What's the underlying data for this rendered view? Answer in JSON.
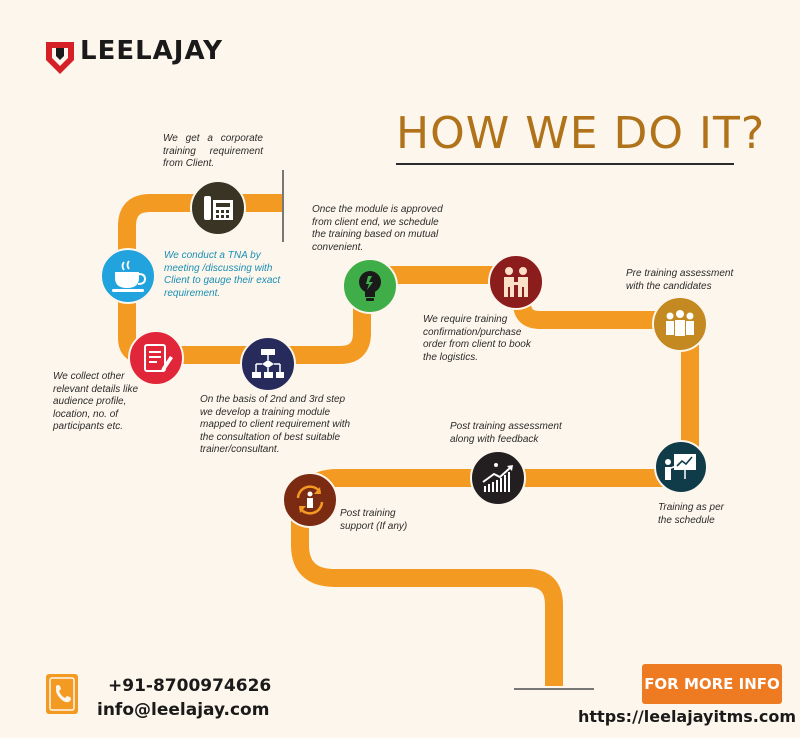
{
  "brand": {
    "name": "LEELAJAY"
  },
  "title": "HOW WE DO IT?",
  "steps": [
    {
      "text": "We get a corporate training requirement from Client.",
      "icon": "fax-phone-icon"
    },
    {
      "text": "We conduct a TNA by meeting /discussing with Client to gauge their exact requirement.",
      "icon": "coffee-cup-icon"
    },
    {
      "text": "We collect other relevant details like audience profile, location, no. of participants etc.",
      "icon": "notepad-icon"
    },
    {
      "text": "On the basis of 2nd and 3rd step we develop a training module mapped to client requirement with the consultation of best suitable trainer/consultant.",
      "icon": "flowchart-icon"
    },
    {
      "text": "Once the module is approved from client end, we schedule the training based on mutual convenient.",
      "icon": "lightbulb-icon"
    },
    {
      "text": "We require training confirmation/purchase order from client to book the logistics.",
      "icon": "handshake-icon"
    },
    {
      "text": "Pre training assessment with the candidates",
      "icon": "group-icon"
    },
    {
      "text": "Training as per the schedule",
      "icon": "presentation-board-icon"
    },
    {
      "text": "Post training assessment along with feedback",
      "icon": "growth-chart-icon"
    },
    {
      "text": "Post training support (If any)",
      "icon": "support-cycle-icon"
    }
  ],
  "contact": {
    "phone": "+91-8700974626",
    "email": "info@leelajay.com",
    "icon": "phone-book-icon"
  },
  "cta": {
    "label": "FOR MORE INFO"
  },
  "website": "https://leelajayitms.com",
  "colors": {
    "path": "#f39a22",
    "accent": "#b0731a",
    "cta": "#ee7a22",
    "teal_text": "#1b8fb4",
    "background": "#fdf6ec"
  }
}
